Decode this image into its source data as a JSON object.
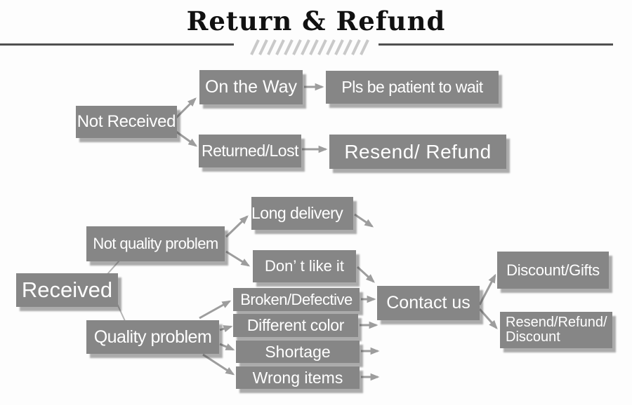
{
  "title": "Return & Refund",
  "colors": {
    "box_gray": "#868686",
    "arrow_gray": "#9d9d9d",
    "thin_line_gray": "#b5b5b5",
    "rule_dark": "#4f4f4f",
    "hatch_gray": "#c9c9c9",
    "text_white": "#ffffff",
    "title_black": "#111111"
  },
  "flowchart": {
    "nodes": {
      "not_received": {
        "label": "Not Received"
      },
      "on_the_way": {
        "label": "On the Way"
      },
      "pls_wait": {
        "label": "Pls be patient to wait"
      },
      "returned_lost": {
        "label": "Returned/Lost"
      },
      "resend_refund": {
        "label": "Resend/ Refund"
      },
      "received": {
        "label": "Received"
      },
      "not_quality": {
        "label": "Not quality problem"
      },
      "long_delivery": {
        "label": "Long delivery"
      },
      "dont_like": {
        "label": "Don’ t like it"
      },
      "quality": {
        "label": "Quality problem"
      },
      "broken": {
        "label": "Broken/Defective"
      },
      "different_color": {
        "label": "Different color"
      },
      "shortage": {
        "label": "Shortage"
      },
      "wrong_items": {
        "label": "Wrong items"
      },
      "contact_us": {
        "label": "Contact us"
      },
      "discount_gifts": {
        "label": "Discount/Gifts"
      },
      "resend_refund_discount": {
        "label_line1": "Resend/Refund/",
        "label_line2": "Discount"
      }
    }
  }
}
